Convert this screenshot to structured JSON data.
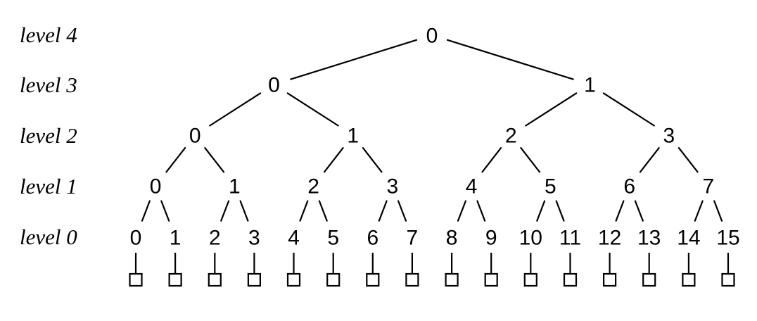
{
  "diagram": {
    "type": "complete-binary-tree",
    "background_color": "#ffffff",
    "ink_color": "#000000",
    "level_labels": [
      "level 4",
      "level 3",
      "level 2",
      "level 1",
      "level 0"
    ],
    "levels": [
      {
        "label": "level 4",
        "nodes": [
          "0"
        ]
      },
      {
        "label": "level 3",
        "nodes": [
          "0",
          "1"
        ]
      },
      {
        "label": "level 2",
        "nodes": [
          "0",
          "1",
          "2",
          "3"
        ]
      },
      {
        "label": "level 1",
        "nodes": [
          "0",
          "1",
          "2",
          "3",
          "4",
          "5",
          "6",
          "7"
        ]
      },
      {
        "label": "level 0",
        "nodes": [
          "0",
          "1",
          "2",
          "3",
          "4",
          "5",
          "6",
          "7",
          "8",
          "9",
          "10",
          "11",
          "12",
          "13",
          "14",
          "15"
        ]
      }
    ],
    "leaf_box_count": 16,
    "leaf_box_shape": "small-open-square"
  }
}
